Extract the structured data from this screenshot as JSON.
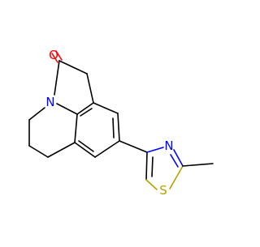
{
  "molecule": {
    "atom_labels": {
      "oxygen": "O",
      "nitrogen_lactam": "N",
      "nitrogen_thiazole": "N",
      "sulfur": "S"
    },
    "colors": {
      "bond": "#000000",
      "oxygen": "#ff0000",
      "nitrogen": "#0000ff",
      "sulfur": "#b8a000"
    }
  }
}
